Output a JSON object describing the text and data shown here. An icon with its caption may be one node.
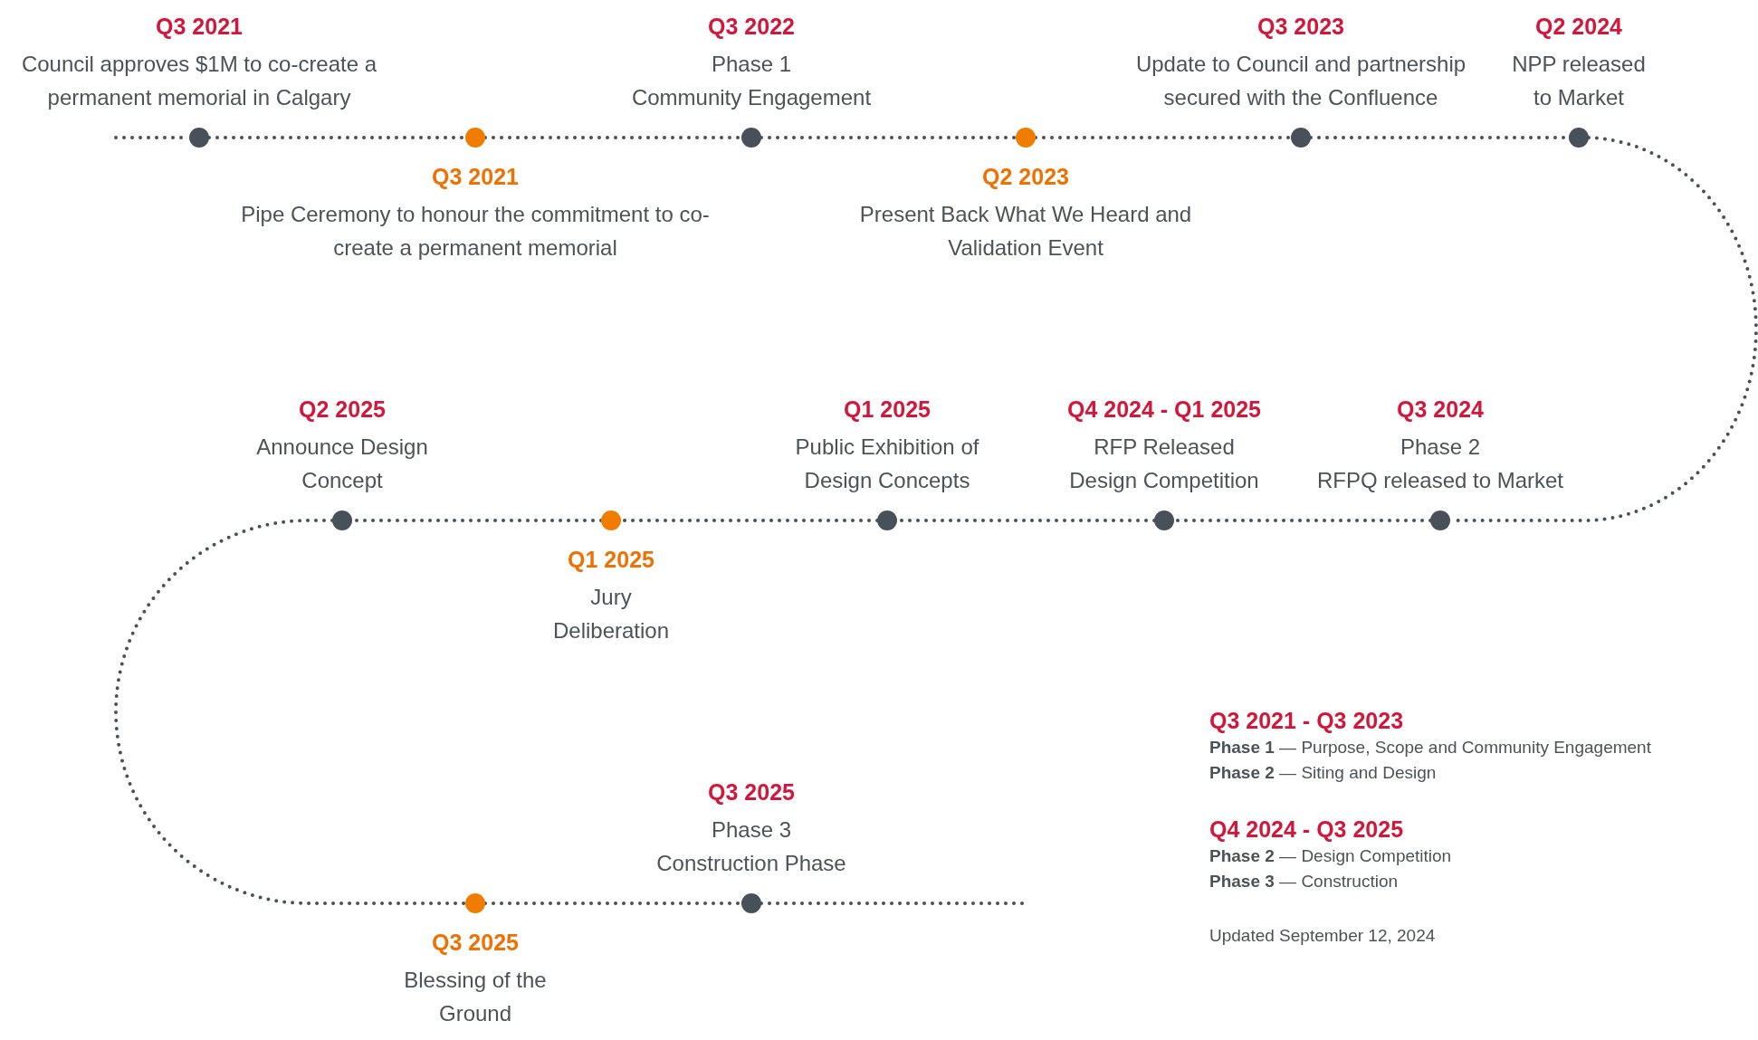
{
  "diagram": {
    "nodes": [
      {
        "text": [],
        "shape": "circle",
        "beside": [
          "Q3 2021",
          "Council approves $1M to co-create a permanent memorial in Calgary"
        ]
      },
      {
        "text": [],
        "shape": "circle",
        "beside": [
          "Q3 2021",
          "Pipe Ceremony to honour the commitment to co-create a permanent memorial"
        ]
      },
      {
        "text": [],
        "shape": "circle",
        "beside": [
          "Q3 2022",
          "Phase 1",
          "Community Engagement"
        ]
      },
      {
        "text": [],
        "shape": "circle",
        "beside": [
          "Q2 2023",
          "Present Back What We Heard and Validation Event"
        ]
      },
      {
        "text": [],
        "shape": "circle",
        "beside": [
          "Q3 2023",
          "Update to Council and partnership secured with the Confluence"
        ]
      },
      {
        "text": [],
        "shape": "circle",
        "beside": [
          "Q2 2024",
          "NPP released to Market"
        ]
      },
      {
        "text": [],
        "shape": "circle",
        "beside": [
          "Q3 2024",
          "Phase 2",
          "RFPQ released to Market"
        ]
      },
      {
        "text": [],
        "shape": "circle",
        "beside": [
          "Q4 2024 - Q1 2025",
          "RFP Released",
          "Design Competition"
        ]
      },
      {
        "text": [],
        "shape": "circle",
        "beside": [
          "Q1 2025",
          "Public Exhibition of Design Concepts"
        ]
      },
      {
        "text": [],
        "shape": "circle",
        "beside": [
          "Q1 2025",
          "Jury Deliberation"
        ]
      },
      {
        "text": [],
        "shape": "circle",
        "beside": [
          "Q2 2025",
          "Announce Design Concept"
        ]
      },
      {
        "text": [],
        "shape": "circle",
        "beside": [
          "Q3 2025",
          "Blessing of the Ground"
        ]
      },
      {
        "text": [],
        "shape": "circle",
        "beside": [
          "Q3 2025",
          "Phase 3",
          "Construction Phase"
        ]
      }
    ],
    "edges": [
      {
        "from": null,
        "to": 0,
        "arrow": "none"
      },
      {
        "from": 0,
        "to": 1,
        "arrow": "none"
      },
      {
        "from": 1,
        "to": 2,
        "arrow": "none"
      },
      {
        "from": 2,
        "to": 3,
        "arrow": "none"
      },
      {
        "from": 3,
        "to": 4,
        "arrow": "none"
      },
      {
        "from": 4,
        "to": 5,
        "arrow": "none"
      },
      {
        "from": 5,
        "to": 6,
        "arrow": "none"
      },
      {
        "from": 6,
        "to": 7,
        "arrow": "none"
      },
      {
        "from": 7,
        "to": 8,
        "arrow": "none"
      },
      {
        "from": 8,
        "to": 9,
        "arrow": "none"
      },
      {
        "from": 9,
        "to": 10,
        "arrow": "none"
      },
      {
        "from": 10,
        "to": 11,
        "arrow": "none"
      },
      {
        "from": 11,
        "to": 12,
        "arrow": "none"
      },
      {
        "from": 12,
        "to": null,
        "arrow": "none"
      }
    ],
    "labels": [
      "Q3 2021 - Q3 2023",
      "**Phase 1** — Purpose, Scope and Community Engagement",
      "**Phase 2** — Siting and Design",
      "Q4 2024 - Q3 2025",
      "**Phase 2** — Design Competition",
      "**Phase 3** — Construction",
      "Updated September 12, 2024"
    ]
  }
}
